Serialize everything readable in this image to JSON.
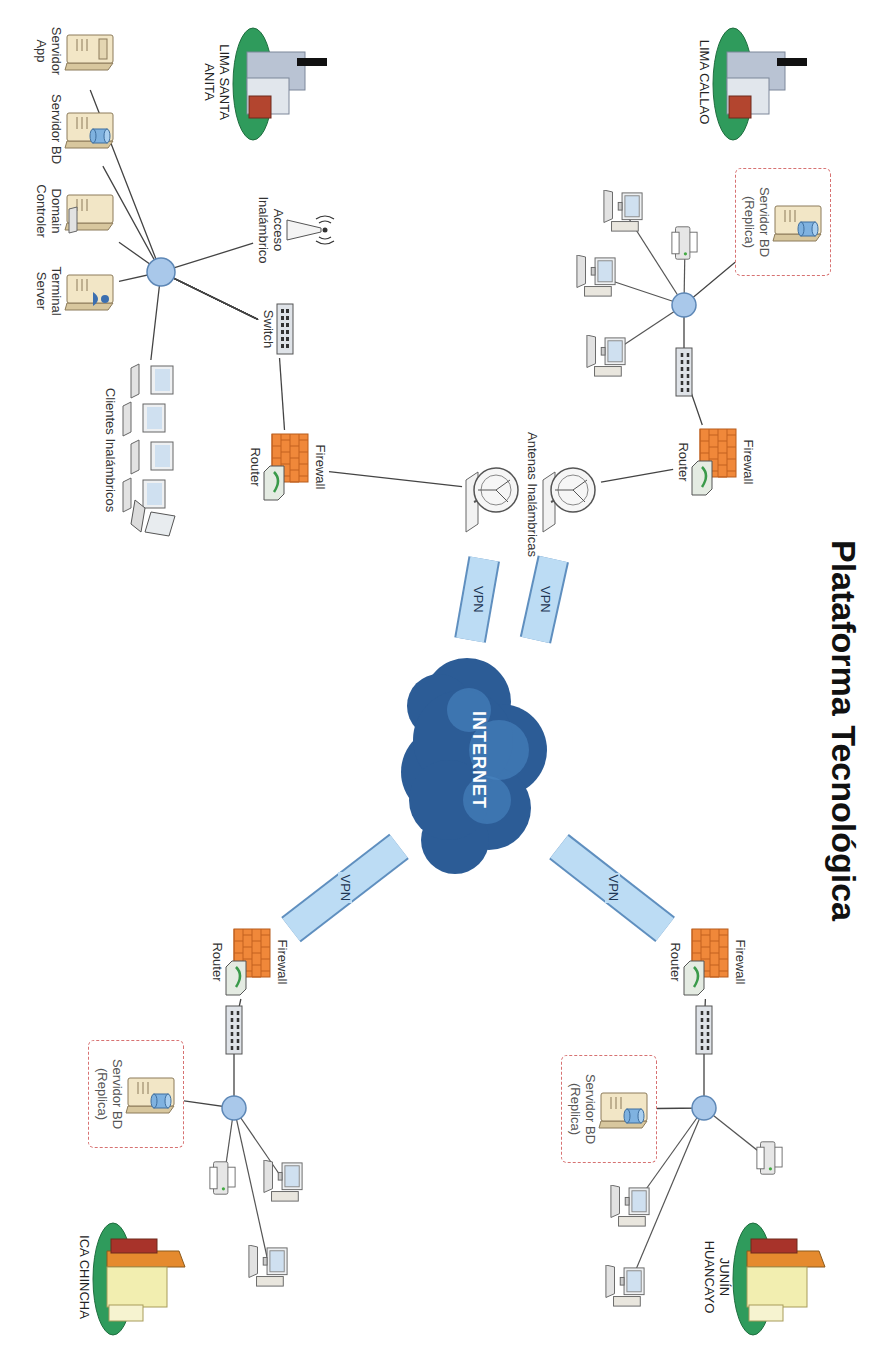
{
  "diagram": {
    "title": "Plataforma Tecnológica",
    "nodes": [
      {
        "text": [
          "LIMA SANTA ANITA"
        ]
      },
      {
        "text": [
          "Servidor App"
        ]
      },
      {
        "text": [
          "Servidor BD"
        ]
      },
      {
        "text": [
          "Domain Controler"
        ]
      },
      {
        "text": [
          "Terminal Server"
        ]
      },
      {
        "text": [
          "Switch"
        ]
      },
      {
        "text": [
          "Acceso Inalámbrico"
        ]
      },
      {
        "text": [
          "Clientes Inalámbricos"
        ]
      },
      {
        "text": [
          "Firewall",
          "Router"
        ]
      },
      {
        "text": [
          "Antenas Inalámbricas"
        ]
      },
      {
        "text": [
          "INTERNET"
        ]
      },
      {
        "text": [
          "LIMA CALLAO"
        ]
      },
      {
        "text": [
          "Servidor BD (Replica)"
        ]
      },
      {
        "text": [
          "Firewall",
          "Router"
        ]
      },
      {
        "text": [
          "JUNÍN HUANCAYO"
        ]
      },
      {
        "text": [
          "Servidor BD (Replica)"
        ]
      },
      {
        "text": [
          "Firewall",
          "Router"
        ]
      },
      {
        "text": [
          "ICA CHINCHA"
        ]
      },
      {
        "text": [
          "Servidor BD (Replica)"
        ]
      },
      {
        "text": [
          "Firewall",
          "Router"
        ]
      }
    ],
    "edges": [
      {
        "from": 1,
        "to": 5,
        "arrow": "none"
      },
      {
        "from": 2,
        "to": 5,
        "arrow": "none"
      },
      {
        "from": 3,
        "to": 5,
        "arrow": "none"
      },
      {
        "from": 4,
        "to": 5,
        "arrow": "none"
      },
      {
        "from": 6,
        "to": 5,
        "arrow": "none"
      },
      {
        "from": 7,
        "to": 5,
        "arrow": "none"
      },
      {
        "from": 5,
        "to": 8,
        "arrow": "none"
      },
      {
        "from": 8,
        "to": 9,
        "arrow": "none"
      },
      {
        "from": 9,
        "to": 10,
        "label": "VPN",
        "arrow": "none"
      },
      {
        "from": 9,
        "to": 10,
        "label": "VPN",
        "arrow": "none"
      },
      {
        "from": 12,
        "to": 13,
        "arrow": "none"
      },
      {
        "from": 13,
        "to": 9,
        "arrow": "none"
      },
      {
        "from": 15,
        "to": 16,
        "arrow": "none"
      },
      {
        "from": 16,
        "to": 10,
        "label": "VPN",
        "arrow": "none"
      },
      {
        "from": 18,
        "to": 19,
        "arrow": "none"
      },
      {
        "from": 19,
        "to": 10,
        "label": "VPN",
        "arrow": "none"
      }
    ]
  }
}
